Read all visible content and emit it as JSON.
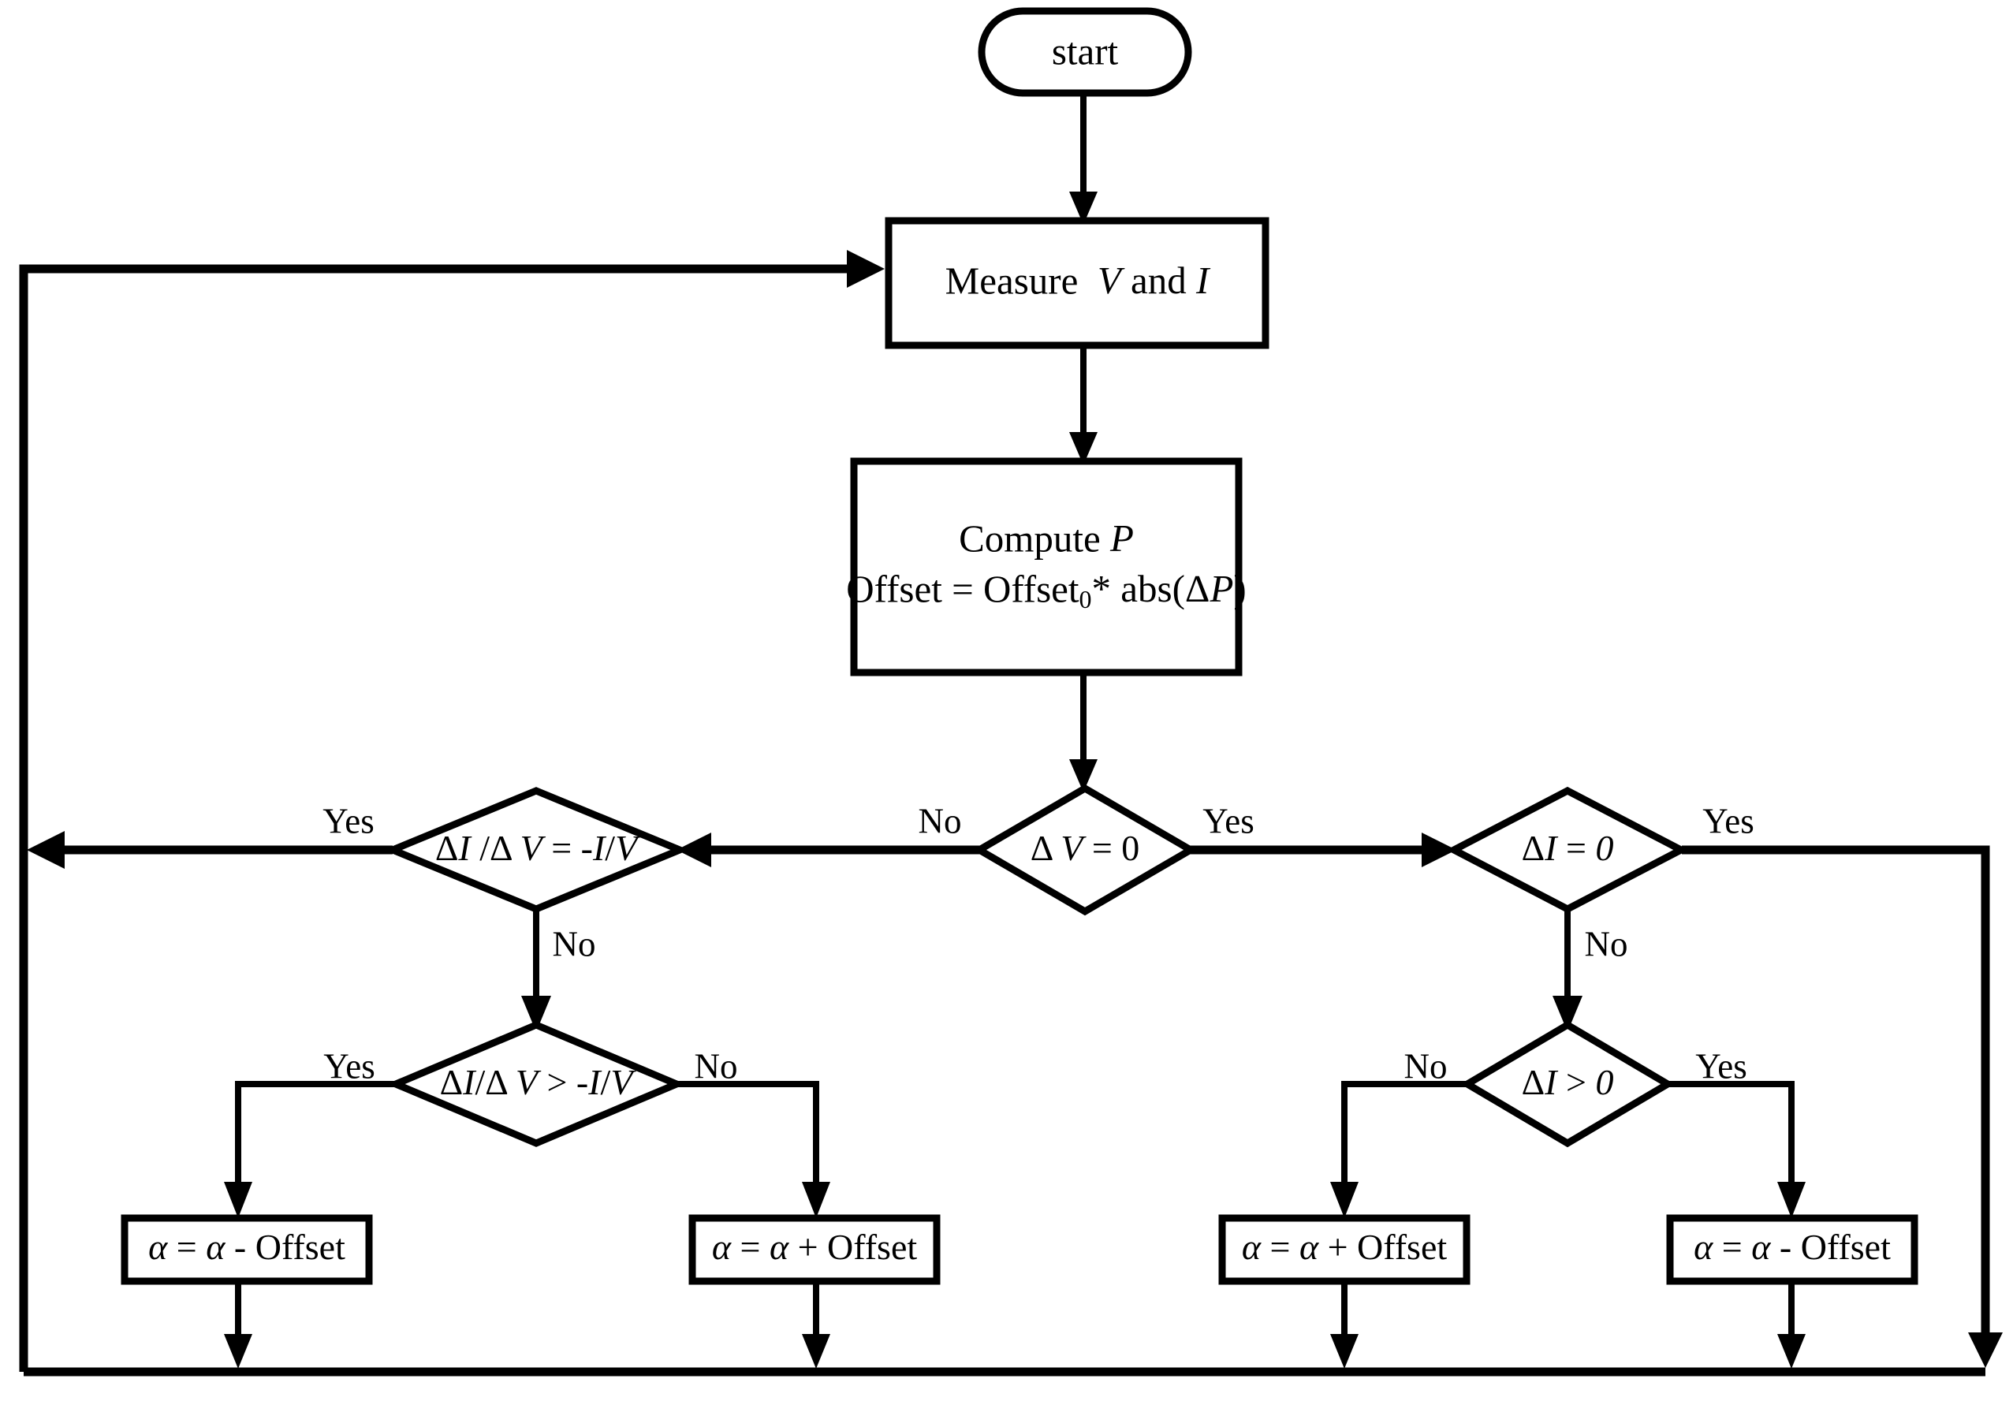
{
  "diagram": {
    "title": "MPPT control algorithm flowchart",
    "background_color": "#ffffff",
    "line_color": "#000000"
  },
  "nodes": {
    "start": {
      "shape": "rounded-terminator",
      "label": "start"
    },
    "measure": {
      "shape": "process",
      "label_plain": "Measure  V and I",
      "label_parts": [
        "Measure ",
        "V",
        " and ",
        "I"
      ]
    },
    "compute": {
      "shape": "process",
      "line1_plain": "Compute P",
      "line1_parts": [
        "Compute ",
        "P"
      ],
      "line2_plain": "Offset = Offset0* abs(ΔP)",
      "line2_parts": [
        "Offset = Offset",
        "0",
        "* abs(Δ",
        "P",
        ")"
      ]
    },
    "dv_zero": {
      "shape": "decision",
      "label_plain": "Δ V = 0",
      "label_parts": [
        "Δ ",
        "V",
        " = 0"
      ]
    },
    "slope_eq": {
      "shape": "decision",
      "label_plain": "ΔI /Δ V = -I/V",
      "label_parts": [
        "Δ",
        "I",
        " /Δ ",
        "V",
        " = -",
        "I",
        "/",
        "V"
      ]
    },
    "slope_gt": {
      "shape": "decision",
      "label_plain": "ΔI/Δ V > -I/V",
      "label_parts": [
        "Δ",
        "I",
        "/Δ ",
        "V",
        " > -",
        "I",
        "/",
        "V"
      ]
    },
    "di_zero": {
      "shape": "decision",
      "label_plain": "ΔI = 0",
      "label_parts": [
        "Δ",
        "I",
        " = ",
        "0"
      ]
    },
    "di_gt": {
      "shape": "decision",
      "label_plain": "ΔI > 0",
      "label_parts": [
        "Δ",
        "I",
        " > ",
        "0"
      ]
    },
    "alpha_minus_left": {
      "shape": "process",
      "label_plain": "α = α - Offset",
      "label_parts": [
        "α",
        " = ",
        "α",
        " - Offset"
      ]
    },
    "alpha_plus_left": {
      "shape": "process",
      "label_plain": "α = α + Offset",
      "label_parts": [
        "α",
        " = ",
        "α",
        " + Offset"
      ]
    },
    "alpha_plus_right": {
      "shape": "process",
      "label_plain": "α = α + Offset",
      "label_parts": [
        "α",
        " = ",
        "α",
        " + Offset"
      ]
    },
    "alpha_minus_right": {
      "shape": "process",
      "label_plain": "α = α - Offset",
      "label_parts": [
        "α",
        " = ",
        "α",
        " - Offset"
      ]
    }
  },
  "edge_labels": {
    "dv_zero_no": "No",
    "dv_zero_yes": "Yes",
    "slope_eq_yes": "Yes",
    "slope_eq_no": "No",
    "slope_gt_yes": "Yes",
    "slope_gt_no": "No",
    "di_zero_yes": "Yes",
    "di_zero_no": "No",
    "di_gt_no": "No",
    "di_gt_yes": "Yes"
  }
}
